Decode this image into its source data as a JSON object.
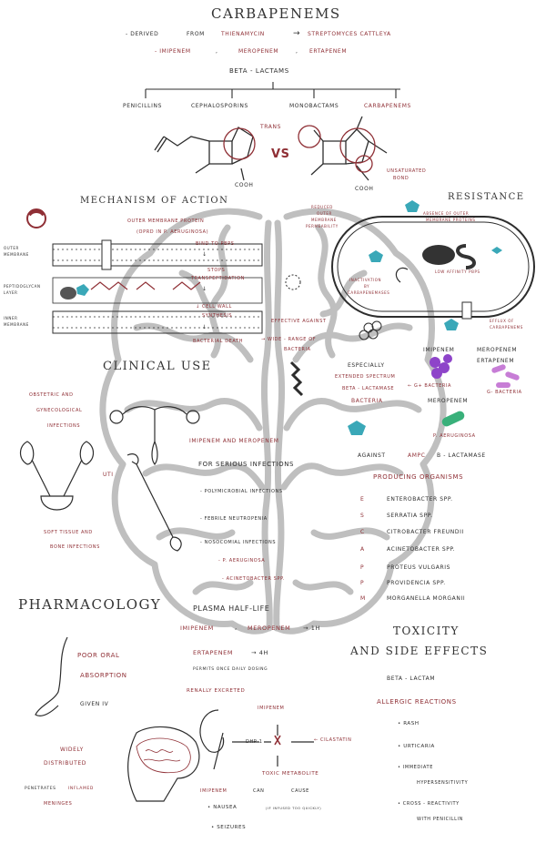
{
  "colors": {
    "ink": "#2d2d2d",
    "red": "#8f2f35",
    "teal": "#3aa8b8",
    "purple": "#8e44c9",
    "green": "#39b07a",
    "brain": "#bfbfbf"
  },
  "header": {
    "title": "Carbapenems",
    "derived": [
      "- Derived",
      "from",
      "Thienamycin",
      "→",
      "Streptomyces cattleya"
    ],
    "drugs": [
      "- Imipenem",
      ",",
      "Meropenem",
      ",",
      "Ertapenem"
    ],
    "beta": "Beta - Lactams",
    "classes": [
      "Penicillins",
      "Cephalosporins",
      "Monobactams",
      "Carbapenems"
    ],
    "vs": "VS",
    "trans": "Trans",
    "cooh1": "COOH",
    "cooh2": "COOH",
    "unsat": [
      "Unsaturated",
      "Bond"
    ]
  },
  "moa": {
    "title": "Mechanism of Action",
    "membranes": [
      [
        "Outer",
        "membrane"
      ],
      [
        "Peptidoglycan",
        "layer"
      ],
      [
        "Inner",
        "membrane"
      ]
    ],
    "steps": [
      "Outer membrane protein",
      "(OprD in P. aeruginosa)",
      "Bind to PBPs",
      "↓",
      "Stops",
      "transpeptidation",
      "↓",
      "↓ Cell wall",
      "synthesis",
      "↓",
      "Bacterial death"
    ],
    "effective": [
      "Effective against",
      "→ Wide - range of",
      "Bacteria"
    ],
    "reduced": [
      "Reduced",
      "outer",
      "membrane",
      "permeability"
    ]
  },
  "resistance": {
    "title": "Resistance",
    "labels": [
      [
        "Inactivation",
        "by",
        "Carbapenemases"
      ],
      [
        "Low affinity PBPs"
      ],
      [
        "Absence of outer",
        "membrane proteins"
      ],
      [
        "Efflux of",
        "Carbapenems"
      ]
    ]
  },
  "spectrum": {
    "especially": "Especially",
    "extended": [
      "Extended spectrum",
      "Beta - Lactamase",
      "Bacteria"
    ],
    "imipenem": "Imipenem",
    "mero_erta": [
      "Meropenem",
      "Ertapenem"
    ],
    "gpos": "← G+ Bacteria",
    "gneg": "G- Bacteria",
    "meropenem": "Meropenem",
    "paerug": "P. aeruginosa",
    "against": "Against",
    "ampc": [
      "AmpC",
      "β - Lactamase"
    ],
    "producing": "Producing Organisms",
    "organisms": [
      [
        "E",
        "Enterobacter spp."
      ],
      [
        "S",
        "Serratia spp."
      ],
      [
        "C",
        "Citrobacter freundii"
      ],
      [
        "A",
        "Acinetobacter spp."
      ],
      [
        "P",
        "Proteus vulgaris"
      ],
      [
        "P",
        "Providencia spp."
      ],
      [
        "M",
        "Morganella morganii"
      ]
    ]
  },
  "clinical": {
    "title": "Clinical Use",
    "obstetric": [
      "Obstetric and",
      "Gynecological",
      "Infections"
    ],
    "uti": "UTI",
    "soft": [
      "Soft tissue and",
      "Bone infections"
    ],
    "imimero": "Imipenem and Meropenem",
    "serious": "for serious infections",
    "list": [
      "- Polymicrobial infections",
      "- Febrile neutropenia",
      "- Nosocomial infections",
      "- P. aeruginosa",
      "- Acinetobacter spp."
    ]
  },
  "pharm": {
    "title": "Pharmacology",
    "plasma": "Plasma Half-Life",
    "imi_mero": [
      "Imipenem",
      ",",
      "Meropenem",
      "→ 1h"
    ],
    "erta": [
      "Ertapenem",
      "→ 4h"
    ],
    "daily": "Permits once daily dosing",
    "poor": [
      "Poor oral",
      "absorption"
    ],
    "given": "Given IV",
    "widely": [
      "Widely",
      "distributed"
    ],
    "penetrates": [
      "Penetrates",
      "inflamed",
      "Meninges"
    ],
    "renal": "Renally Excreted",
    "imipenem": "Imipenem",
    "dhp": "DHP-1",
    "cil": "← Cilastatin",
    "toxic": "Toxic Metabolite",
    "imicause": [
      "Imipenem",
      "can",
      "cause"
    ],
    "nausea": [
      "• Nausea",
      "(if infused too quickly)"
    ],
    "seizures": "• Seizures"
  },
  "toxicity": {
    "title": [
      "Toxicity",
      "and Side Effects"
    ],
    "beta": "Beta - Lactam",
    "allergic": "Allergic Reactions",
    "items": [
      "• Rash",
      "• Urticaria",
      "• Immediate",
      "Hypersensitivity",
      "• Cross - Reactivity",
      "with Penicillin"
    ]
  }
}
